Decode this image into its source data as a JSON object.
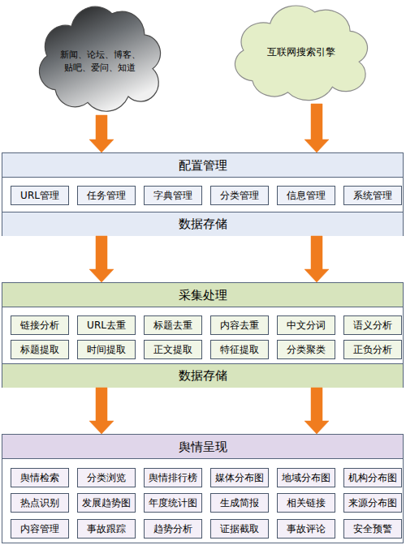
{
  "diagram": {
    "nodes": [
      {
        "text": [
          "新闻、论坛、博客、贴吧、爱问、知道"
        ]
      },
      {
        "text": [
          "互联网搜索引擎"
        ]
      },
      {
        "text": [
          "配置管理"
        ]
      },
      {
        "text": [
          "URL管理"
        ],
        "in": 2
      },
      {
        "text": [
          "任务管理"
        ],
        "in": 2
      },
      {
        "text": [
          "字典管理"
        ],
        "in": 2
      },
      {
        "text": [
          "分类管理"
        ],
        "in": 2
      },
      {
        "text": [
          "信息管理"
        ],
        "in": 2
      },
      {
        "text": [
          "系统管理"
        ],
        "in": 2
      },
      {
        "text": [
          "数据存储"
        ],
        "in": 2
      },
      {
        "text": [
          "采集处理"
        ]
      },
      {
        "text": [
          "链接分析"
        ],
        "in": 10
      },
      {
        "text": [
          "URL去重"
        ],
        "in": 10
      },
      {
        "text": [
          "标题去重"
        ],
        "in": 10
      },
      {
        "text": [
          "内容去重"
        ],
        "in": 10
      },
      {
        "text": [
          "中文分词"
        ],
        "in": 10
      },
      {
        "text": [
          "语义分析"
        ],
        "in": 10
      },
      {
        "text": [
          "标题提取"
        ],
        "in": 10
      },
      {
        "text": [
          "时间提取"
        ],
        "in": 10
      },
      {
        "text": [
          "正文提取"
        ],
        "in": 10
      },
      {
        "text": [
          "特征提取"
        ],
        "in": 10
      },
      {
        "text": [
          "分类聚类"
        ],
        "in": 10
      },
      {
        "text": [
          "正负分析"
        ],
        "in": 10
      },
      {
        "text": [
          "数据存储"
        ],
        "in": 10
      },
      {
        "text": [
          "舆情呈现"
        ]
      },
      {
        "text": [
          "舆情检索"
        ],
        "in": 24
      },
      {
        "text": [
          "分类浏览"
        ],
        "in": 24
      },
      {
        "text": [
          "舆情排行榜"
        ],
        "in": 24
      },
      {
        "text": [
          "媒体分布图"
        ],
        "in": 24
      },
      {
        "text": [
          "地域分布图"
        ],
        "in": 24
      },
      {
        "text": [
          "机构分布图"
        ],
        "in": 24
      },
      {
        "text": [
          "热点识别"
        ],
        "in": 24
      },
      {
        "text": [
          "发展趋势图"
        ],
        "in": 24
      },
      {
        "text": [
          "年度统计图"
        ],
        "in": 24
      },
      {
        "text": [
          "生成简报"
        ],
        "in": 24
      },
      {
        "text": [
          "相关链接"
        ],
        "in": 24
      },
      {
        "text": [
          "来源分布图"
        ],
        "in": 24
      },
      {
        "text": [
          "内容管理"
        ],
        "in": 24
      },
      {
        "text": [
          "事故跟踪"
        ],
        "in": 24
      },
      {
        "text": [
          "趋势分析"
        ],
        "in": 24
      },
      {
        "text": [
          "证据截取"
        ],
        "in": 24
      },
      {
        "text": [
          "事故评论"
        ],
        "in": 24
      },
      {
        "text": [
          "安全预警"
        ],
        "in": 24
      }
    ],
    "edges": [
      {
        "from": 0,
        "to": 2,
        "arrow": "to"
      },
      {
        "from": 1,
        "to": 2,
        "arrow": "to"
      },
      {
        "from": 9,
        "to": 10,
        "arrow": "to"
      },
      {
        "from": 9,
        "to": 10,
        "arrow": "to"
      },
      {
        "from": 23,
        "to": 24,
        "arrow": "to"
      },
      {
        "from": 23,
        "to": 24,
        "arrow": "to"
      }
    ]
  }
}
